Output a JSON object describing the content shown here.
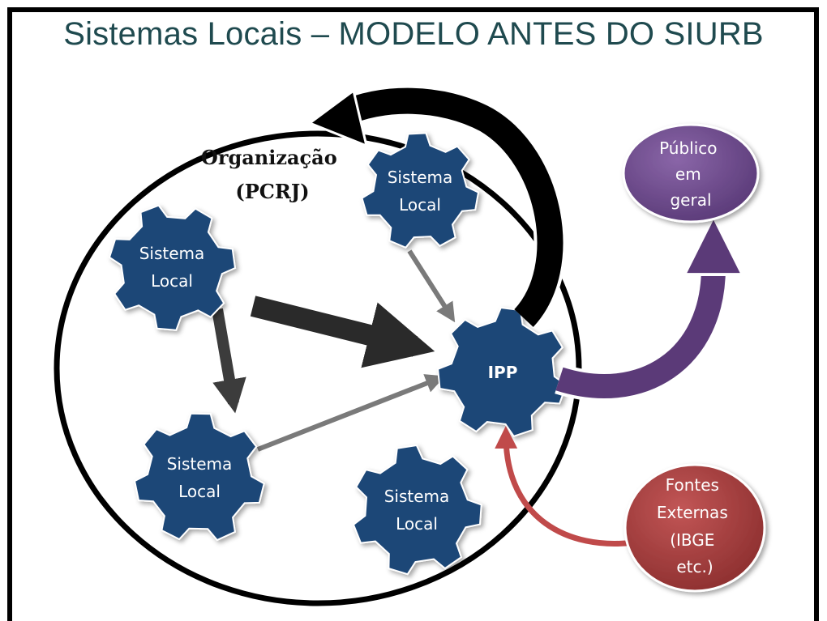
{
  "title": "Sistemas Locais – MODELO ANTES DO SIURB",
  "organization": {
    "line1": "Organização",
    "line2": "(PCRJ)"
  },
  "gears": {
    "top": {
      "line1": "Sistema",
      "line2": "Local"
    },
    "left": {
      "line1": "Sistema",
      "line2": "Local"
    },
    "bottom_left": {
      "line1": "Sistema",
      "line2": "Local"
    },
    "bottom_center": {
      "line1": "Sistema",
      "line2": "Local"
    },
    "ipp": {
      "line1": "IPP"
    }
  },
  "publico": {
    "line1": "Público",
    "line2": "em",
    "line3": "geral"
  },
  "fontes": {
    "line1": "Fontes",
    "line2": "Externas",
    "line3": "(IBGE",
    "line4": "etc.)"
  },
  "colors": {
    "gear": "#1f4677",
    "publico": "#6a4687",
    "fontes": "#a63a3a",
    "arrow_purple": "#5b3a78",
    "arrow_red": "#c04a4a",
    "title": "#1f4a4f"
  }
}
